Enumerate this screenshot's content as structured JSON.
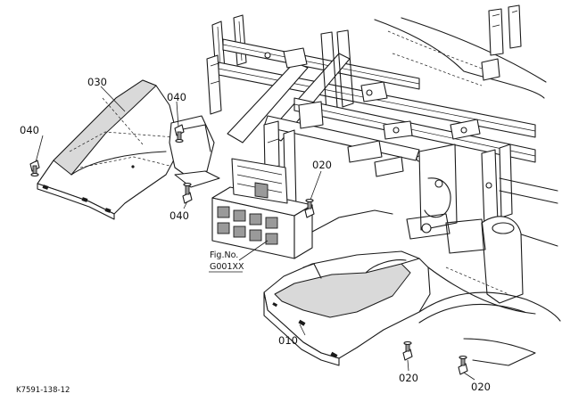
{
  "labels": {
    "p010": "010",
    "p020_center": "020",
    "p020_bottom_left": "020",
    "p020_bottom_right": "020",
    "p030": "030",
    "p040_left": "040",
    "p040_top": "040",
    "p040_bottom": "040",
    "fig_ref_title": "Fig.No.",
    "fig_ref_code": "G001XX",
    "drawing_code": "K7591-138-12"
  }
}
